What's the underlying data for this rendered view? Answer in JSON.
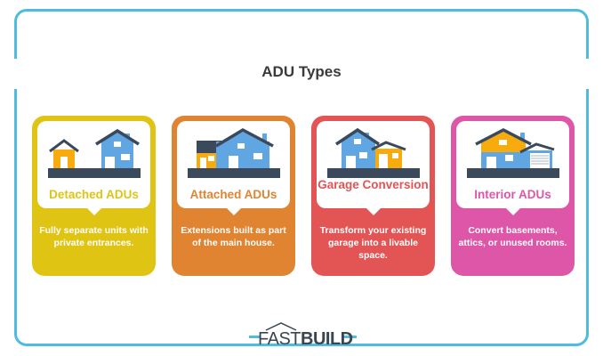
{
  "title": "ADU Types",
  "cards": [
    {
      "name": "Detached ADUs",
      "description": "Fully separate units with private entrances.",
      "color": "#e0c414",
      "text_color": "#e0c414",
      "icon": "detached-house-icon"
    },
    {
      "name": "Attached ADUs",
      "description": "Extensions built as part of the main house.",
      "color": "#e08432",
      "text_color": "#e08432",
      "icon": "attached-house-icon"
    },
    {
      "name": "Garage Conversion",
      "description": "Transform your existing garage into a livable space.",
      "color": "#e35555",
      "text_color": "#e35555",
      "icon": "garage-conversion-icon"
    },
    {
      "name": "Interior ADUs",
      "description": "Convert basements, attics, or unused rooms.",
      "color": "#de56a8",
      "text_color": "#de56a8",
      "icon": "interior-house-icon"
    }
  ],
  "logo": {
    "part1": "FAST",
    "part2": "BUILD"
  },
  "colors": {
    "frame": "#4dbce0",
    "house_blue": "#5fa6e2",
    "house_orange": "#f8ab0d",
    "roof_dark": "#3a4a5c",
    "ground": "#3a4a5c"
  }
}
